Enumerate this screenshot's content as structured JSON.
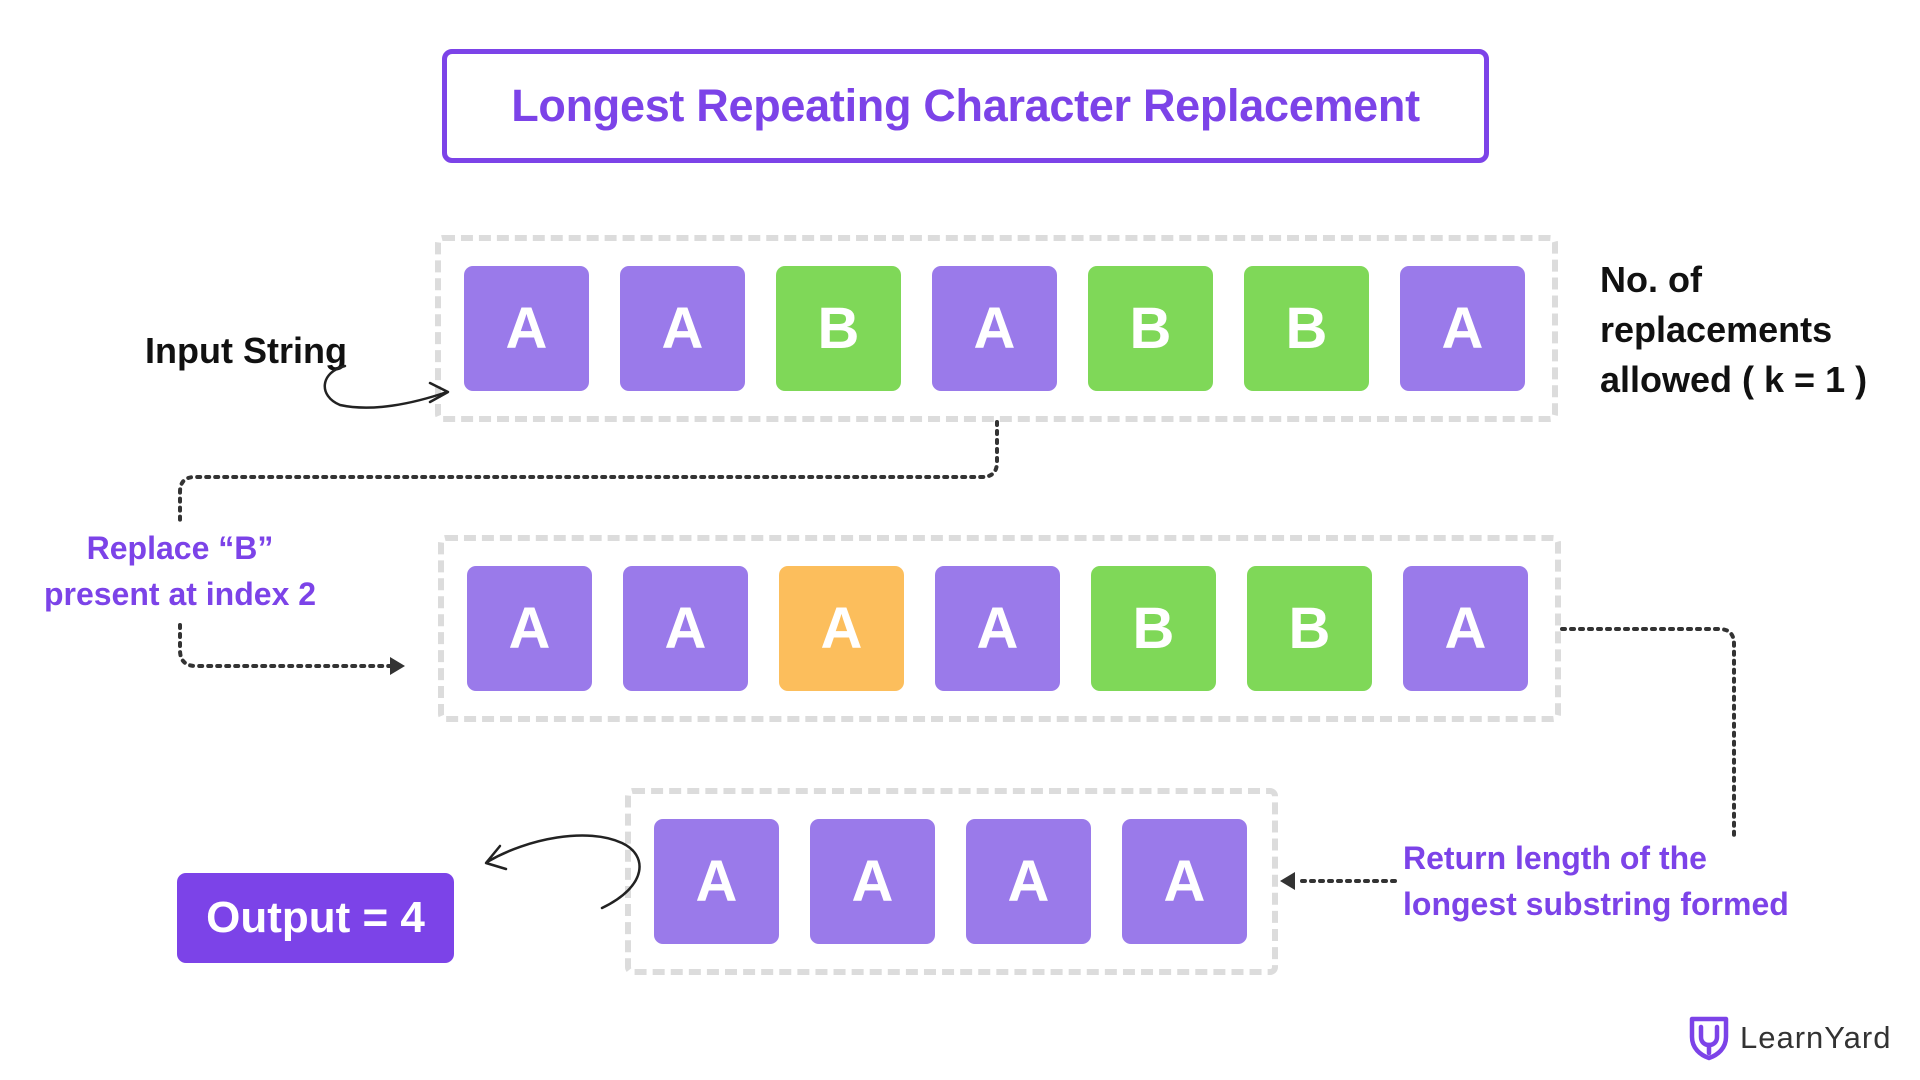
{
  "title": "Longest Repeating Character Replacement",
  "input_label": "Input String",
  "k_label": [
    "No. of",
    "replacements",
    "allowed ( k = 1 )"
  ],
  "replace_note": [
    "Replace “B”",
    "present at index 2"
  ],
  "return_note": [
    "Return length of the",
    "longest substring formed"
  ],
  "output_label": "Output = 4",
  "logo_text": "LearnYard",
  "colors": {
    "accent": "#7c43e8",
    "cell_a": "#9a7aea",
    "cell_b": "#7fd858",
    "cell_replaced": "#fcbe5c",
    "dashed_border": "#dcdcdc",
    "connector": "#333333"
  },
  "rows": {
    "input": [
      {
        "char": "A",
        "kind": "a"
      },
      {
        "char": "A",
        "kind": "a"
      },
      {
        "char": "B",
        "kind": "b"
      },
      {
        "char": "A",
        "kind": "a"
      },
      {
        "char": "B",
        "kind": "b"
      },
      {
        "char": "B",
        "kind": "b"
      },
      {
        "char": "A",
        "kind": "a"
      }
    ],
    "replaced": [
      {
        "char": "A",
        "kind": "a"
      },
      {
        "char": "A",
        "kind": "a"
      },
      {
        "char": "A",
        "kind": "replaced"
      },
      {
        "char": "A",
        "kind": "a"
      },
      {
        "char": "B",
        "kind": "b"
      },
      {
        "char": "B",
        "kind": "b"
      },
      {
        "char": "A",
        "kind": "a"
      }
    ],
    "result": [
      {
        "char": "A",
        "kind": "a"
      },
      {
        "char": "A",
        "kind": "a"
      },
      {
        "char": "A",
        "kind": "a"
      },
      {
        "char": "A",
        "kind": "a"
      }
    ]
  }
}
